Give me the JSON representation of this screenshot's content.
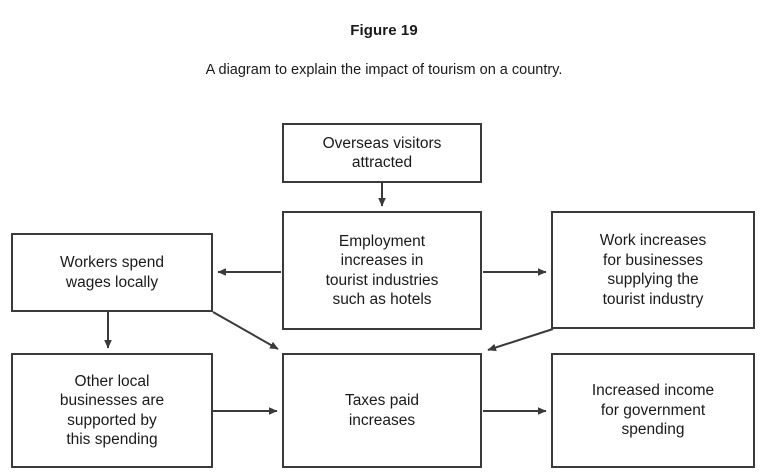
{
  "figure": {
    "title": "Figure 19",
    "caption": "A diagram to explain the impact of tourism on a country."
  },
  "diagram": {
    "nodes": [
      {
        "id": "overseas",
        "label": "Overseas visitors\nattracted"
      },
      {
        "id": "employment",
        "label": "Employment\nincreases in\ntourist industries\nsuch as hotels"
      },
      {
        "id": "workers",
        "label": "Workers spend\nwages locally"
      },
      {
        "id": "work_inc",
        "label": "Work increases\nfor businesses\nsupplying the\ntourist industry"
      },
      {
        "id": "otherlocal",
        "label": "Other local\nbusinesses are\nsupported by\nthis spending"
      },
      {
        "id": "taxes",
        "label": "Taxes paid\nincreases"
      },
      {
        "id": "income",
        "label": "Increased income\nfor government\nspending"
      }
    ],
    "edges": [
      {
        "from": "overseas",
        "to": "employment",
        "direction": "down"
      },
      {
        "from": "employment",
        "to": "workers",
        "direction": "left"
      },
      {
        "from": "employment",
        "to": "work_inc",
        "direction": "right"
      },
      {
        "from": "workers",
        "to": "otherlocal",
        "direction": "down"
      },
      {
        "from": "workers",
        "to": "taxes",
        "direction": "diagonal-down-right"
      },
      {
        "from": "work_inc",
        "to": "taxes",
        "direction": "diagonal-down-left"
      },
      {
        "from": "otherlocal",
        "to": "taxes",
        "direction": "right"
      },
      {
        "from": "taxes",
        "to": "income",
        "direction": "right"
      }
    ],
    "colors": {
      "box_border": "#3a3a3a",
      "arrow": "#3a3a3a",
      "background": "#ffffff",
      "text": "#1a1a1a"
    }
  }
}
